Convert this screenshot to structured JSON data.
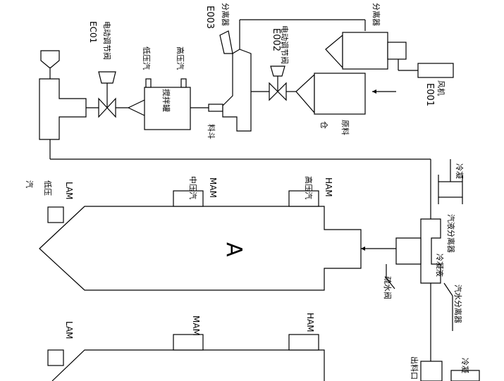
{
  "labels": {
    "e003": "E003",
    "e002": "E002",
    "e001": "E001",
    "ec01": "EC01",
    "vessel_a": "A",
    "lam_1": "LAM",
    "lam_2": "LAM",
    "mam_1": "MAM",
    "mam_2": "MAM",
    "hlam_1": "HAM",
    "hlam_2": "HAM",
    "tag_top_right": "分离器",
    "tag_e003_side": "分离器",
    "tag_feed_1": "高压汽",
    "tag_feed_2": "低压汽",
    "tag_tank": "搅拌罐",
    "tag_valve_ec01": "电动调节阀",
    "tag_valve_e002": "电动调节阀",
    "tag_hopper": "料斗",
    "tag_silo_1": "原料",
    "tag_silo_2": "仓",
    "tag_e001": "风机",
    "tag_bottom_mid": "出料口",
    "tag_left_1": "低压",
    "tag_left_2": "汽",
    "tag_mam_side": "中压汽",
    "tag_ham_side": "高压汽",
    "tag_right_top": "冷凝",
    "tag_right_mid": "汽液分离器",
    "tag_right_mid2": "冷凝液",
    "tag_right_low": "疏水阀",
    "tag_right_low2": "汽水分离器",
    "tag_right_bottom": "冷凝"
  }
}
